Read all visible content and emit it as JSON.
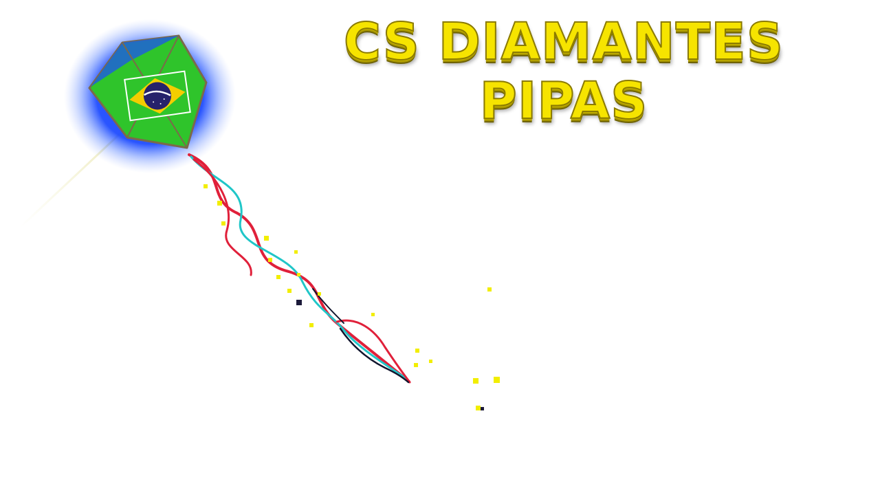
{
  "game": {
    "title_line_1": "CS DIAMANTES",
    "title_line_2": "PIPAS"
  },
  "kite": {
    "flag": "brazil",
    "glow_color": "#1f4cff",
    "body_color": "#2fc42b",
    "flag_yellow": "#f4cd00",
    "flag_blue": "#26226b",
    "tail_colors": [
      "#e0203a",
      "#20c6c8",
      "#12162e"
    ]
  },
  "colors": {
    "background": "#ffffff",
    "title_fill": "#f6e400",
    "title_outline": "#8a7a00",
    "sparkle": "#f2ee00"
  }
}
